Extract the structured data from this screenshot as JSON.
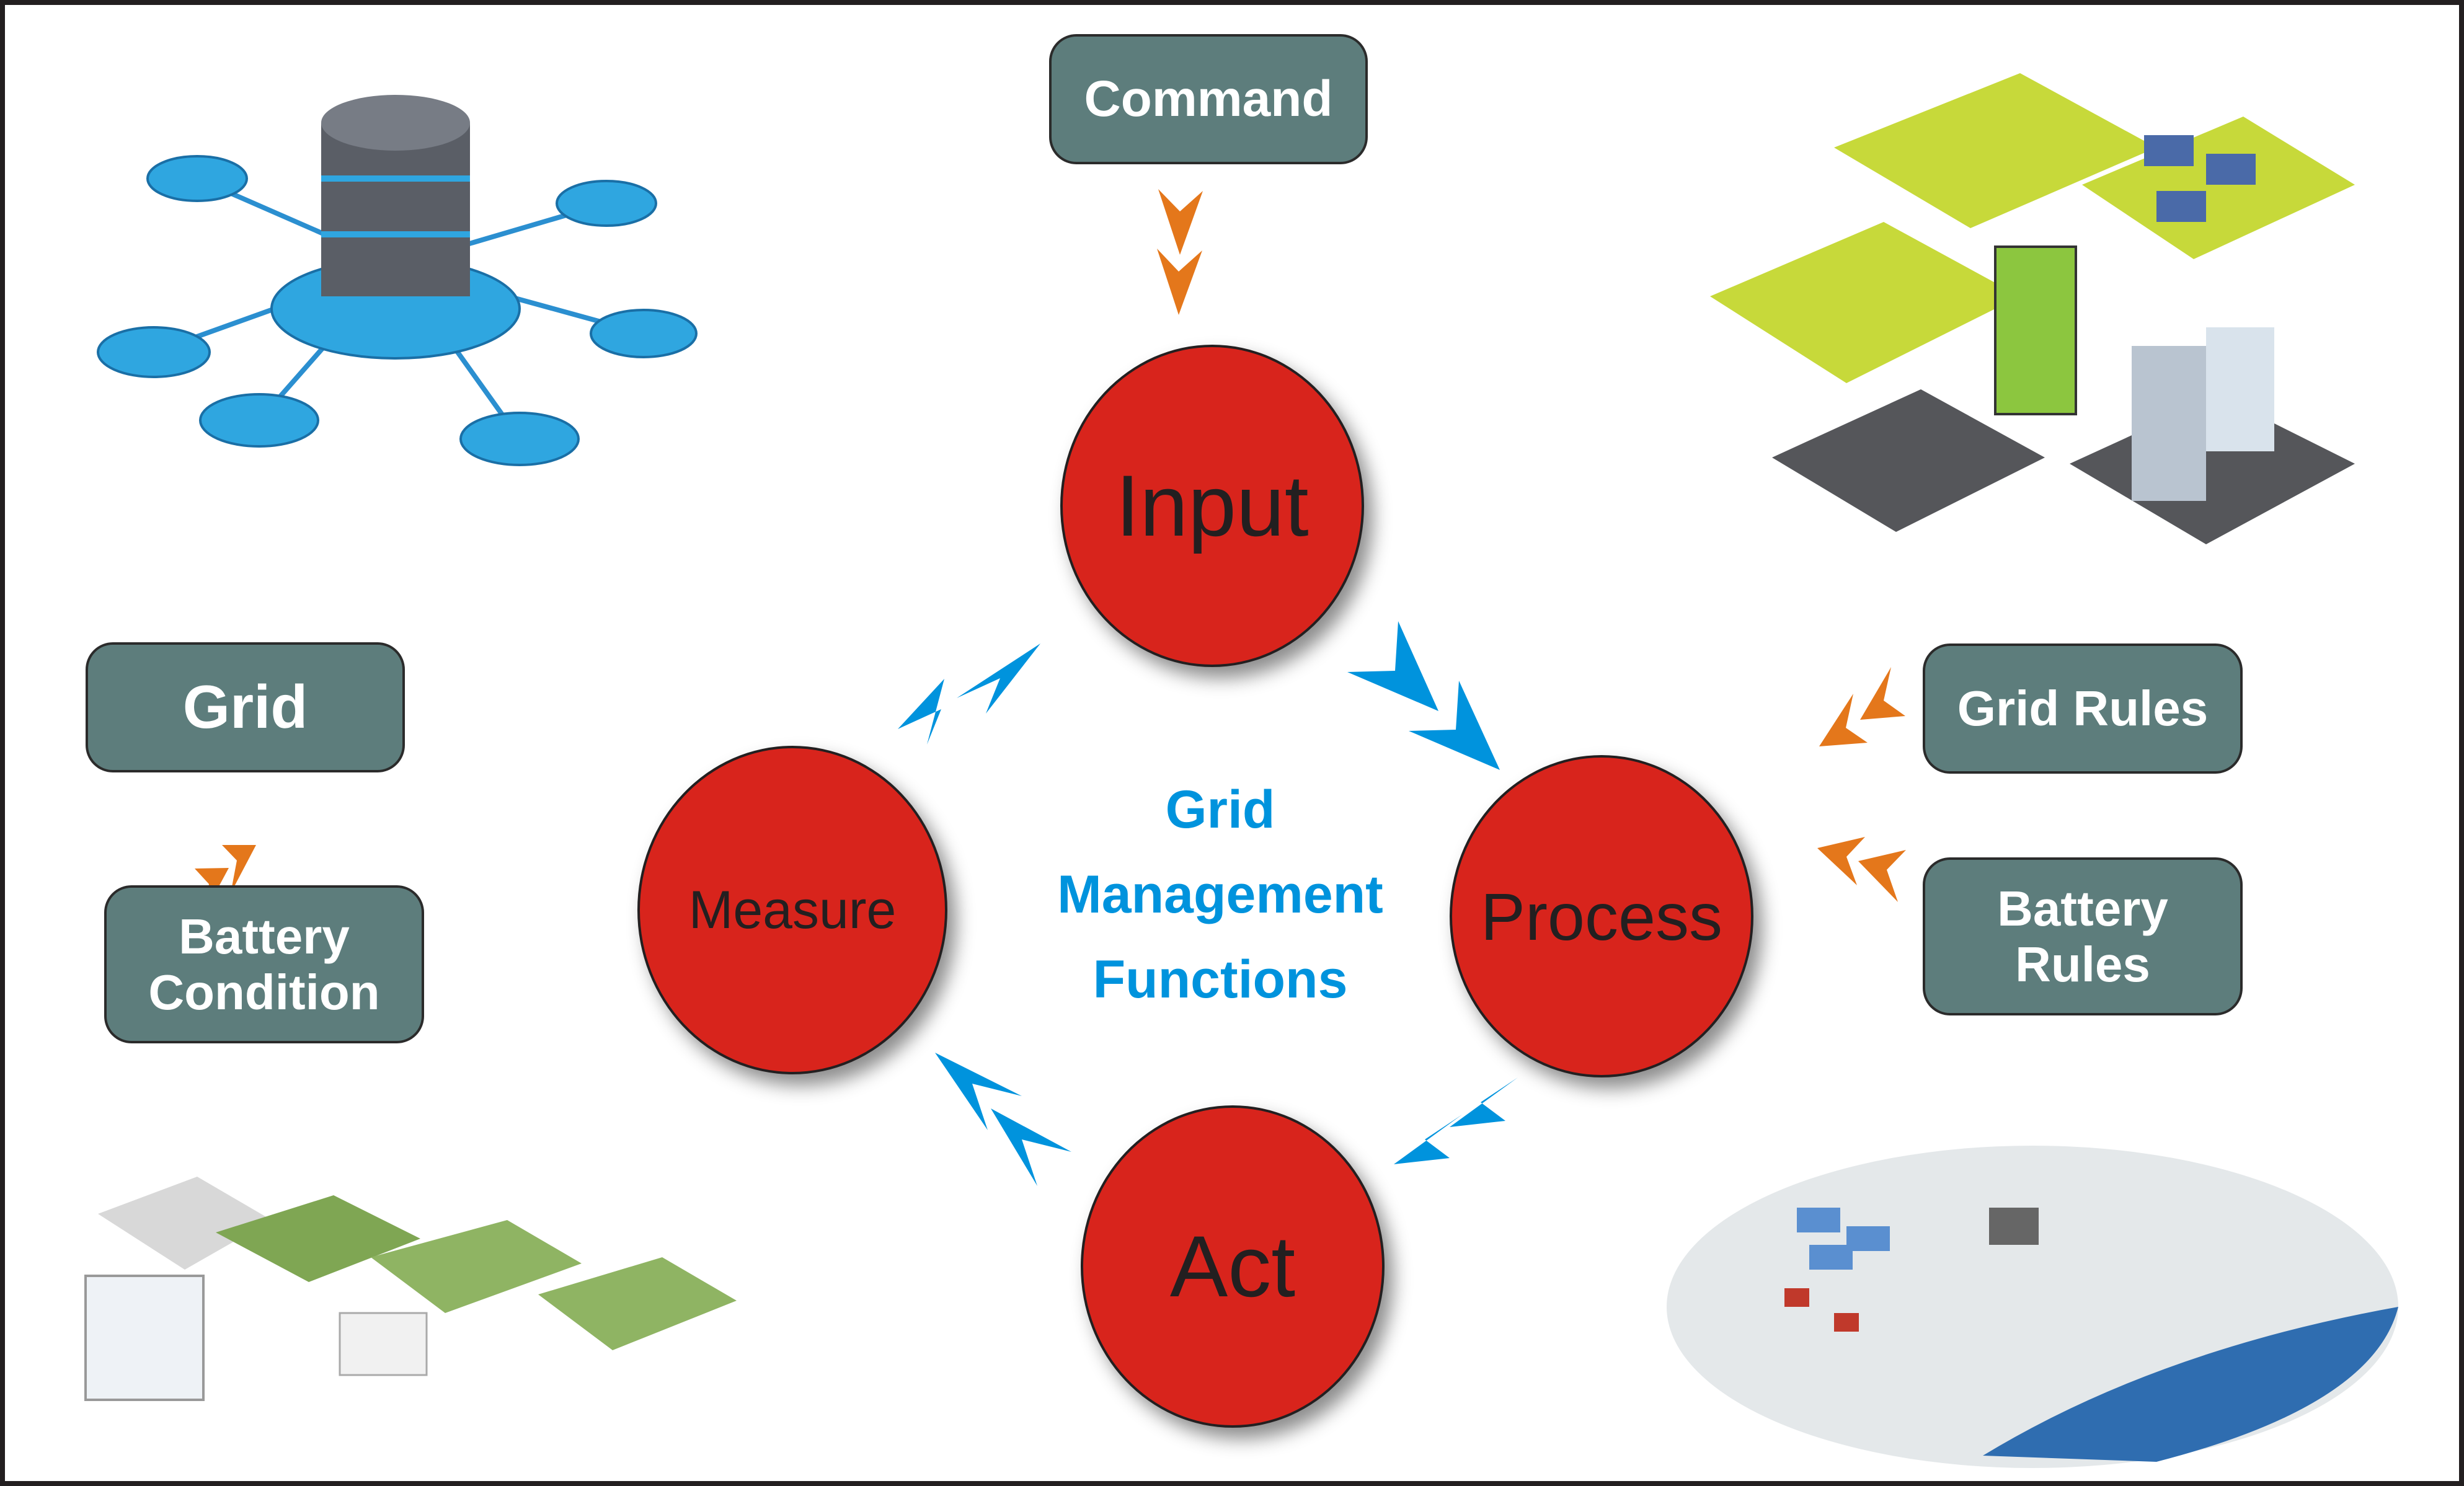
{
  "title": {
    "line1": "Grid",
    "line2": "Management",
    "line3": "Functions"
  },
  "nodes": {
    "input": "Input",
    "process": "Process",
    "act": "Act",
    "measure": "Measure"
  },
  "inputs": {
    "command": "Command",
    "grid": "Grid",
    "battery_condition_1": "Battery",
    "battery_condition_2": "Condition",
    "grid_rules": "Grid Rules",
    "battery_rules_1": "Battery",
    "battery_rules_2": "Rules"
  },
  "colors": {
    "circle_fill": "#d8241c",
    "box_fill": "#5d7d7c",
    "cycle_arrow": "#0093dd",
    "input_arrow": "#e4771b",
    "title": "#0093dd"
  },
  "illustrations": {
    "top_left": "database-network-icon",
    "top_right": "smart-city-energy-icon",
    "bottom_left": "distribution-grid-icon",
    "bottom_right": "microgrid-island-icon"
  }
}
